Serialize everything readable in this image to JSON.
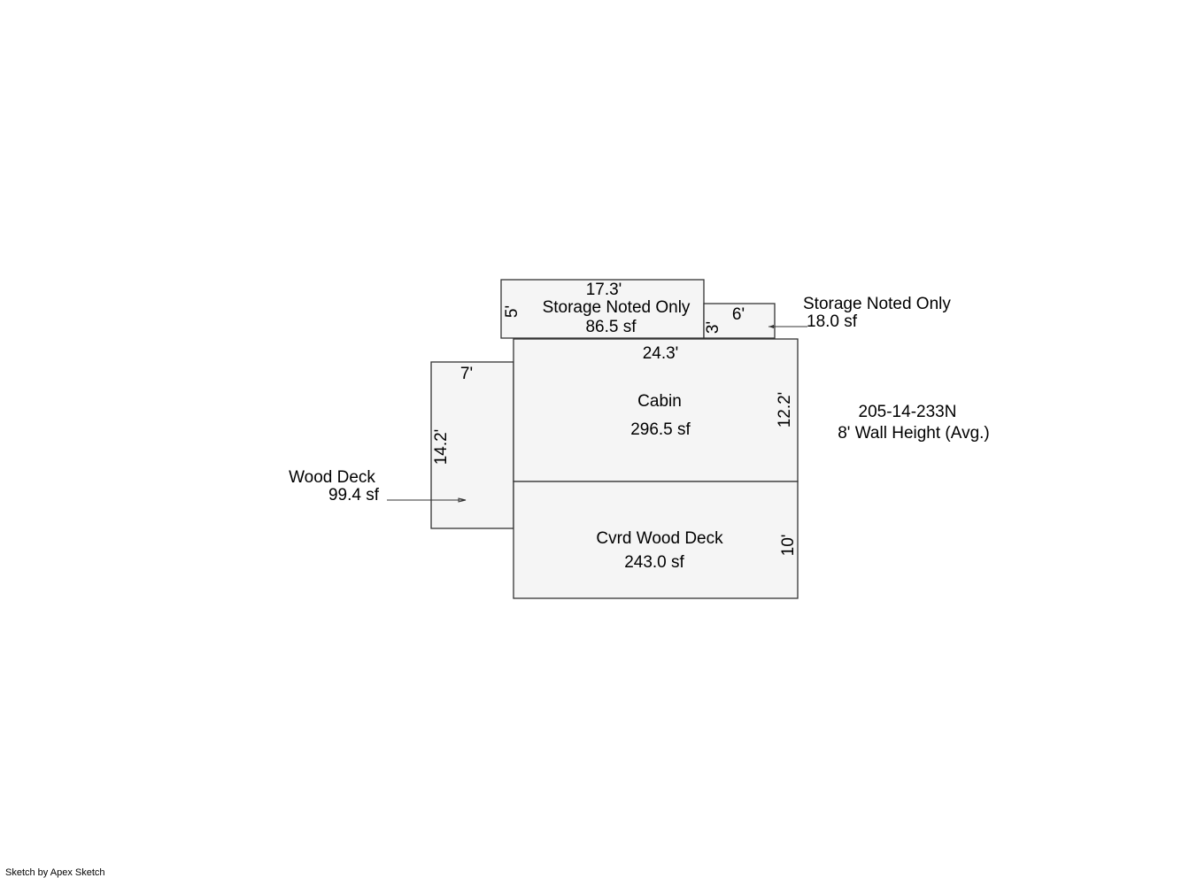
{
  "parcel": {
    "id": "205-14-233N",
    "wall_height": "8' Wall Height (Avg.)"
  },
  "areas": {
    "storage_main": {
      "name": "Storage Noted Only",
      "area": "86.5 sf",
      "width": "17.3'",
      "depth": "5'"
    },
    "storage_small": {
      "name": "Storage Noted Only",
      "area": "18.0 sf",
      "width": "6'",
      "depth": "3'"
    },
    "cabin": {
      "name": "Cabin",
      "area": "296.5 sf",
      "width": "24.3'",
      "depth": "12.2'"
    },
    "wood_deck": {
      "name": "Wood Deck",
      "area": "99.4 sf",
      "width": "7'",
      "depth": "14.2'"
    },
    "covered_deck": {
      "name": "Cvrd Wood Deck",
      "area": "243.0 sf",
      "depth": "10'"
    }
  },
  "footer": {
    "credit": "Sketch by Apex Sketch"
  }
}
